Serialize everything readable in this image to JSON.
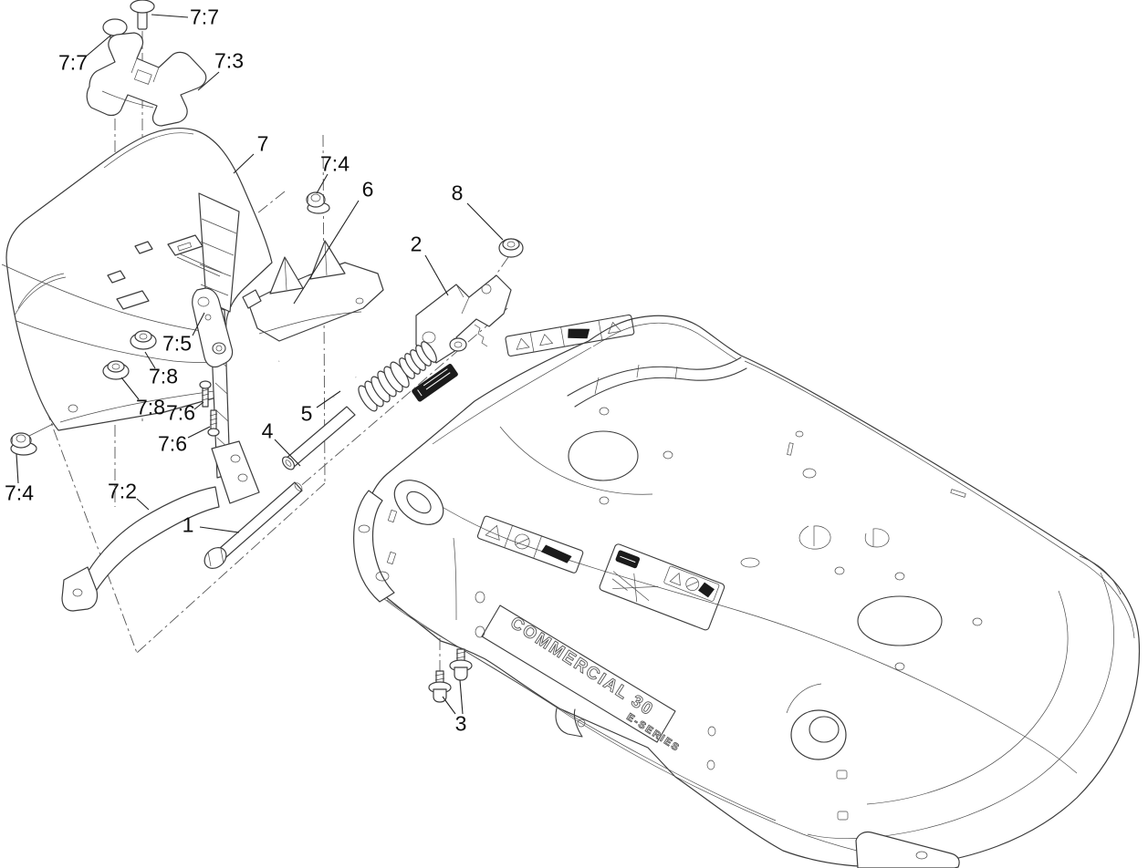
{
  "figure": {
    "kind": "exploded parts diagram",
    "subject": "mower deck assembly line drawing",
    "background_color": "#ffffff",
    "line_color": "#3c3c3c"
  },
  "deck": {
    "model_text": "COMMERCIAL 30",
    "series_text": "E-SERIES"
  },
  "callouts": [
    {
      "label": "7:7"
    },
    {
      "label": "7:7"
    },
    {
      "label": "7:3"
    },
    {
      "label": "7"
    },
    {
      "label": "7:4"
    },
    {
      "label": "6"
    },
    {
      "label": "8"
    },
    {
      "label": "2"
    },
    {
      "label": "7:5"
    },
    {
      "label": "7:8"
    },
    {
      "label": "7:8"
    },
    {
      "label": "7:6"
    },
    {
      "label": "7:6"
    },
    {
      "label": "5"
    },
    {
      "label": "4"
    },
    {
      "label": "7:4"
    },
    {
      "label": "7:2"
    },
    {
      "label": "1"
    },
    {
      "label": "3"
    }
  ]
}
